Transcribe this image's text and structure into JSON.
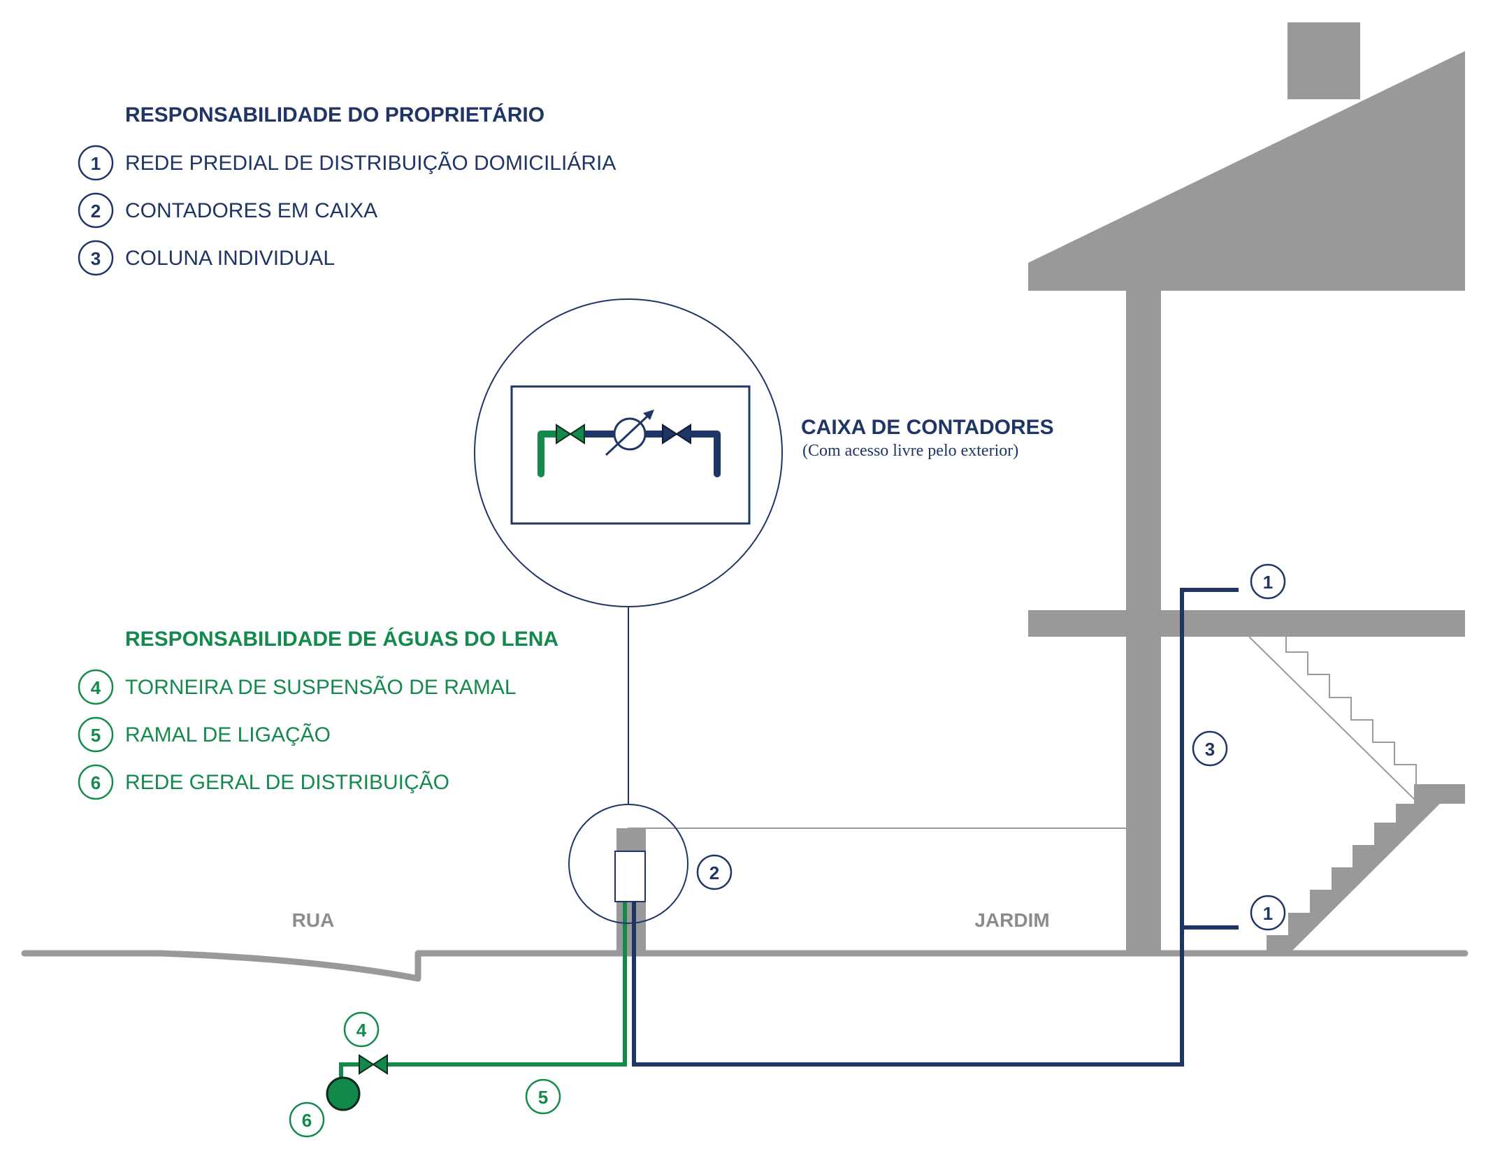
{
  "colors": {
    "navy": "#1f3566",
    "green": "#138a4c",
    "structure_gray": "#999999",
    "label_gray": "#8c8c8c"
  },
  "legend_owner": {
    "title": "RESPONSABILIDADE DO PROPRIETÁRIO",
    "items": [
      {
        "num": "1",
        "label": "REDE PREDIAL DE DISTRIBUIÇÃO DOMICILIÁRIA"
      },
      {
        "num": "2",
        "label": "CONTADORES EM CAIXA"
      },
      {
        "num": "3",
        "label": "COLUNA INDIVIDUAL"
      }
    ]
  },
  "legend_utility": {
    "title": "RESPONSABILIDADE DE ÁGUAS DO LENA",
    "items": [
      {
        "num": "4",
        "label": "TORNEIRA DE SUSPENSÃO DE RAMAL"
      },
      {
        "num": "5",
        "label": "RAMAL DE LIGAÇÃO"
      },
      {
        "num": "6",
        "label": "REDE GERAL DE DISTRIBUIÇÃO"
      }
    ]
  },
  "meter_box": {
    "title": "CAIXA DE CONTADORES",
    "subtitle": "(Com acesso livre pelo exterior)"
  },
  "places": {
    "street": "RUA",
    "garden": "JARDIM"
  },
  "markers": {
    "column": "3",
    "meter": "2",
    "network_upper": "1",
    "network_lower": "1",
    "stopcock": "4",
    "service_pipe": "5",
    "main": "6"
  },
  "icons": [
    "valve-icon",
    "water-meter-icon",
    "main-pipe-icon"
  ]
}
